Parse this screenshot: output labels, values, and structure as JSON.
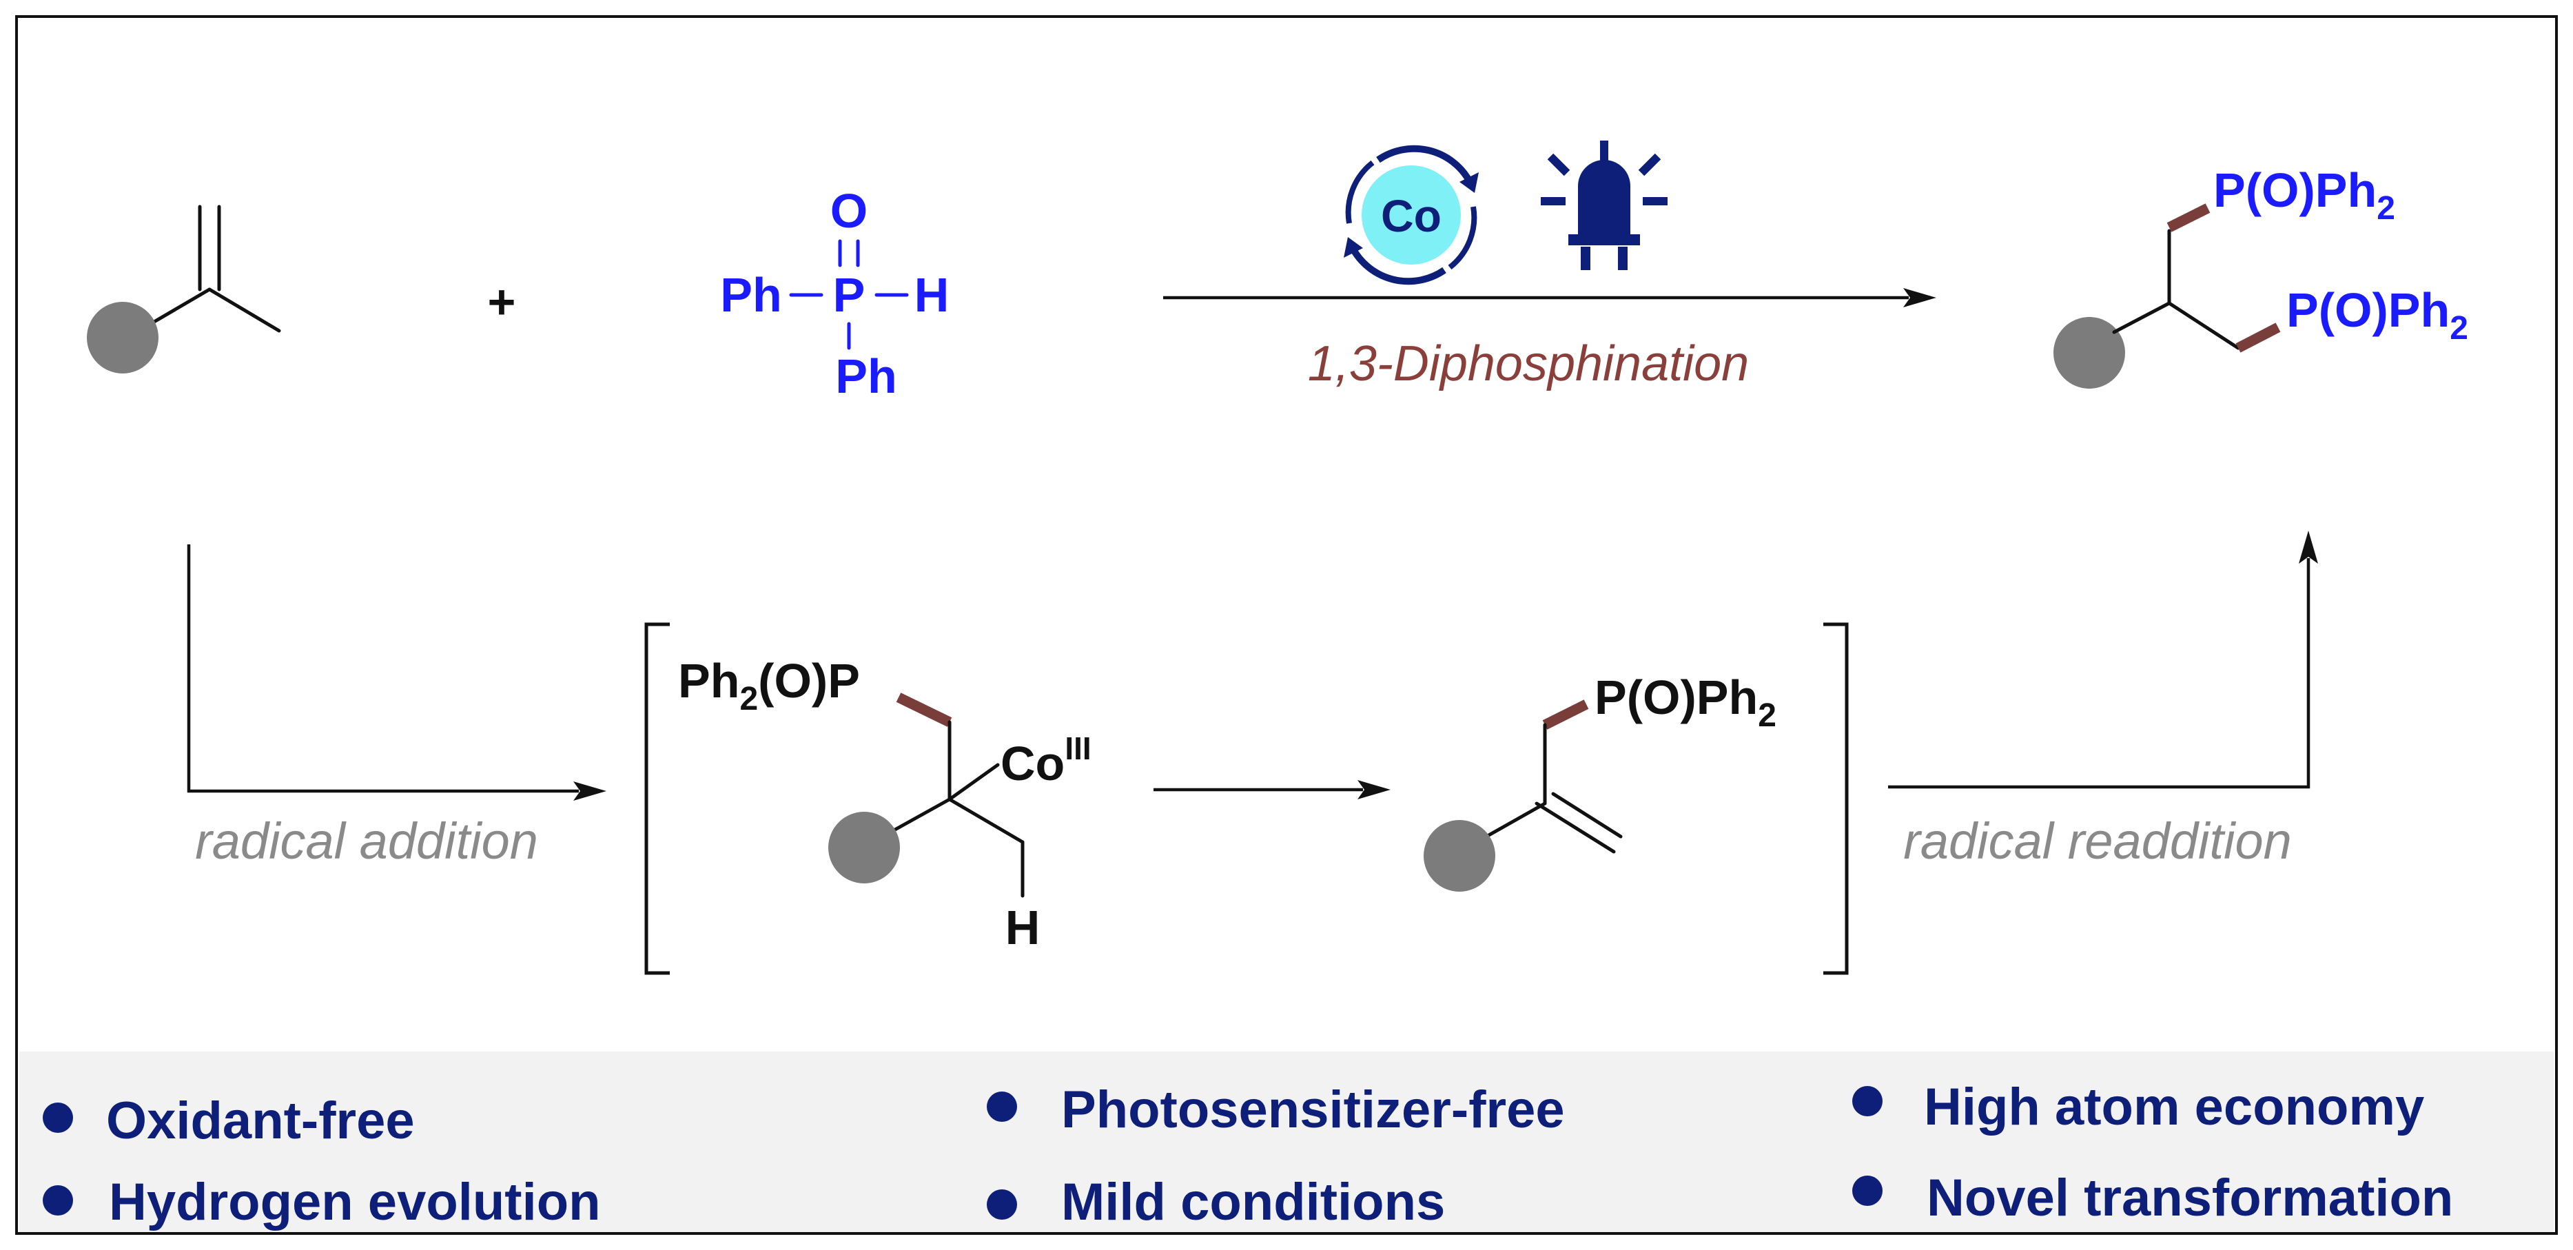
{
  "reagent": {
    "O": "O",
    "P": "P",
    "H": "H",
    "Ph_left": "Ph",
    "Ph_bottom": "Ph",
    "Ph_dash_left": "−",
    "Ph_dash_right": "−"
  },
  "plus": "+",
  "catalyst": {
    "metal": "Co"
  },
  "reaction_label": "1,3-Diphosphination",
  "product": {
    "group_top_P": "P(O)Ph",
    "group_top_sub": "2",
    "group_right_P": "P(O)Ph",
    "group_right_sub": "2"
  },
  "intermediate1": {
    "group_main": "Ph",
    "group_sub": "2",
    "group_rest": "(O)P",
    "metal": "Co",
    "metal_sup": "III",
    "H": "H"
  },
  "intermediate2": {
    "group_P": "P(O)Ph",
    "group_sub": "2"
  },
  "steps": {
    "radical_addition": "radical addition",
    "radical_readdition": "radical readdition"
  },
  "features": [
    "Oxidant-free",
    "Hydrogen evolution",
    "Photosensitizer-free",
    "Mild conditions",
    "High atom economy",
    "Novel transformation"
  ],
  "colors": {
    "phosphorus_blue": "#1b1bff",
    "phosphonyl_bond": "#7a3e3a",
    "catalyst_fill": "#7ff0f6",
    "catalyst_ring": "#0e1f7a",
    "feature_text": "#0e1f7a",
    "feature_panel": "#f2f2f2"
  },
  "icons": [
    "substrate-sphere",
    "cobalt-catalyst-cycle-icon",
    "light-bulb-icon"
  ]
}
